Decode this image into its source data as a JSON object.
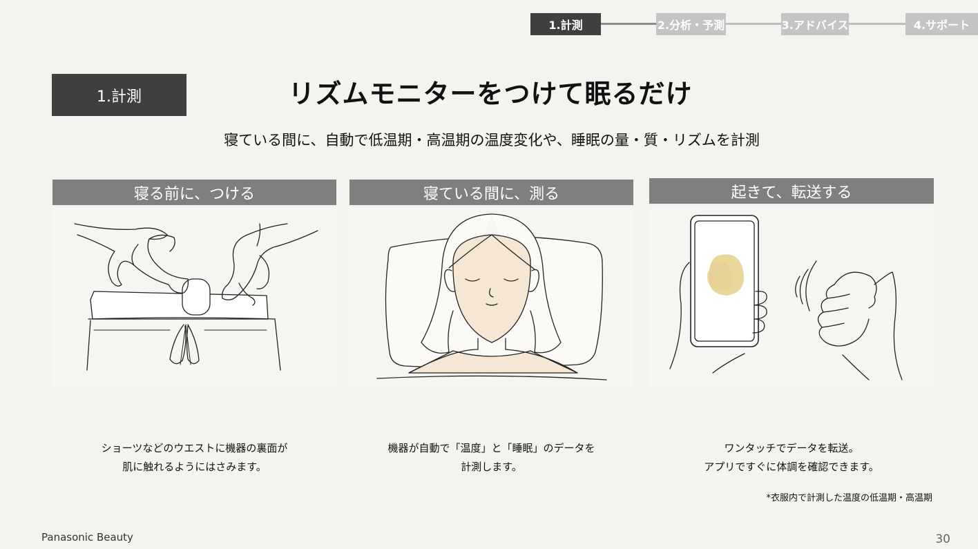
{
  "progress_steps": [
    {
      "label": "1.計測",
      "active": true
    },
    {
      "label": "2.分析・予測",
      "active": false
    },
    {
      "label": "3.アドバイス",
      "active": false
    },
    {
      "label": "4.サポート",
      "active": false
    }
  ],
  "section_tag": "1.計測",
  "title": "リズムモニターをつけて眠るだけ",
  "subtitle": "寝ている間に、自動で低温期・高温期の温度変化や、睡眠の量・質・リズムを計測",
  "columns": [
    {
      "header": "寝る前に、つける",
      "desc_line1": "ショーツなどのウエストに機器の裏面が",
      "desc_line2": "肌に触れるようにはさみます。"
    },
    {
      "header": "寝ている間に、測る",
      "desc_line1": "機器が自動で「温度」と「睡眠」のデータを",
      "desc_line2": "計測します。"
    },
    {
      "header": "起きて、転送する",
      "desc_line1": "ワンタッチでデータを転送。",
      "desc_line2": "アプリですぐに体調を確認できます。"
    }
  ],
  "footnote": "*衣服内で計測した温度の低温期・高温期",
  "brand": "Panasonic Beauty",
  "page_number": "30",
  "colors": {
    "active_step": "#3f3f3f",
    "inactive_step": "#c4c4c4",
    "column_header": "#7f7f7f",
    "background": "#f5f3ef",
    "skin": "#f6e7d4",
    "data_blob": "#e9d79a"
  }
}
